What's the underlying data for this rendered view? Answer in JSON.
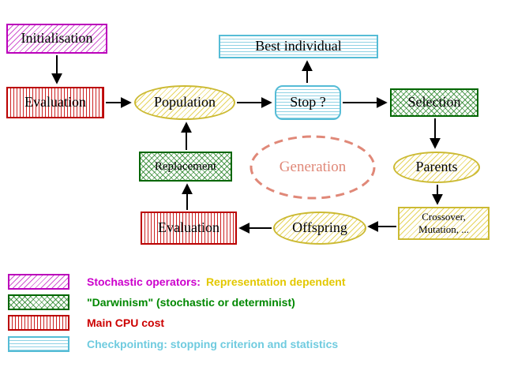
{
  "diagram": {
    "nodes": {
      "initialisation": "Initialisation",
      "best_individual": "Best individual",
      "evaluation_top": "Evaluation",
      "population": "Population",
      "stop": "Stop ?",
      "selection": "Selection",
      "replacement": "Replacement",
      "generation": "Generation",
      "parents": "Parents",
      "crossover_line1": "Crossover,",
      "crossover_line2": "Mutation, ...",
      "offspring": "Offspring",
      "evaluation_bottom": "Evaluation"
    }
  },
  "legend": {
    "items": [
      {
        "swatch": "magenta-diagonal-hatch",
        "text": "Stochastic operators:",
        "text2": "Representation dependent"
      },
      {
        "swatch": "green-crosshatch",
        "text": "\"Darwinism\" (stochastic or determinist)"
      },
      {
        "swatch": "red-vertical-lines",
        "text": "Main CPU cost"
      },
      {
        "swatch": "cyan-horizontal-lines",
        "text": "Checkpointing: stopping criterion and statistics"
      }
    ]
  },
  "colors": {
    "magenta": "#bb00bb",
    "red": "#bb0000",
    "green": "#006600",
    "cyan": "#55bcd6",
    "yellow_node_border": "#ccba33",
    "legend_yellow_text": "#e3c800",
    "salmon": "#e08878",
    "arrow": "#000000"
  }
}
